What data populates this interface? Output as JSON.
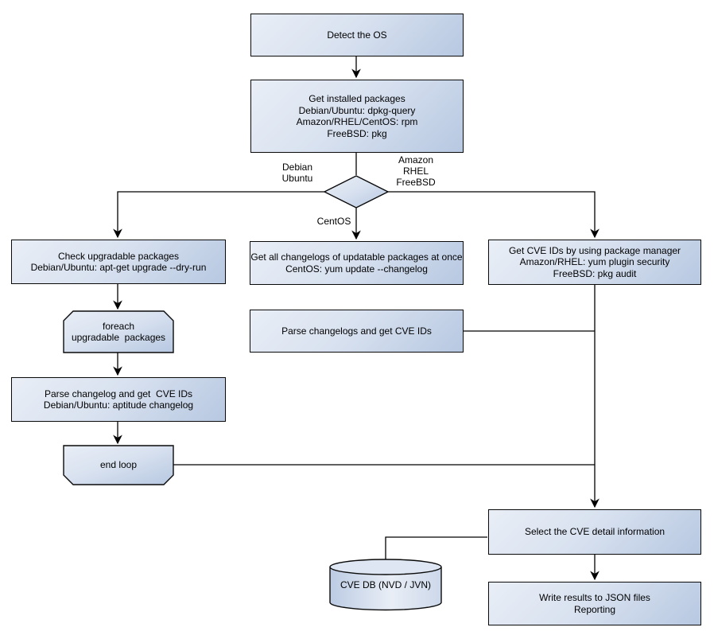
{
  "diagram_type": "flowchart",
  "nodes": {
    "detect_os": {
      "label": "Detect the OS",
      "shape": "rect"
    },
    "get_installed": {
      "label": "Get installed packages\nDebian/Ubuntu: dpkg-query\nAmazon/RHEL/CentOS: rpm\nFreeBSD: pkg",
      "shape": "rect"
    },
    "os_decision": {
      "label": "",
      "shape": "diamond"
    },
    "check_upgradable": {
      "label": "Check upgradable packages\nDebian/Ubuntu: apt-get upgrade --dry-run",
      "shape": "rect"
    },
    "foreach_loop": {
      "label": "foreach\nupgradable  packages",
      "shape": "loop-start"
    },
    "parse_changelog": {
      "label": "Parse changelog and get  CVE IDs\nDebian/Ubuntu: aptitude changelog",
      "shape": "rect"
    },
    "end_loop": {
      "label": "end loop",
      "shape": "loop-end"
    },
    "get_changelogs": {
      "label": "Get all changelogs of updatable packages at once\nCentOS: yum update --changelog",
      "shape": "rect"
    },
    "parse_changelogs": {
      "label": "Parse changelogs and get CVE IDs",
      "shape": "rect"
    },
    "get_cve_ids": {
      "label": "Get CVE IDs by using package manager\nAmazon/RHEL: yum plugin security\nFreeBSD: pkg audit",
      "shape": "rect"
    },
    "select_cve": {
      "label": "Select the CVE detail information",
      "shape": "rect"
    },
    "cve_db": {
      "label": "CVE DB (NVD / JVN)",
      "shape": "cylinder"
    },
    "write_results": {
      "label": "Write results to JSON files\nReporting",
      "shape": "rect"
    }
  },
  "edge_labels": {
    "debian_ubuntu": "Debian\nUbuntu",
    "amazon_rhel_freebsd": "Amazon\nRHEL\nFreeBSD",
    "centos": "CentOS"
  },
  "colors": {
    "node_fill_light": "#e9eef6",
    "node_fill_dark": "#b7c8e1",
    "node_border": "#0a0a0a",
    "connector": "#000000",
    "text": "#000000",
    "background": "#ffffff"
  }
}
